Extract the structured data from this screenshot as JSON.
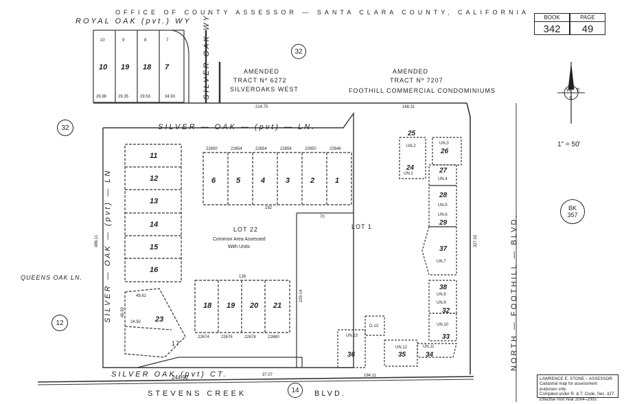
{
  "header": {
    "title": "OFFICE OF COUNTY ASSESSOR — SANTA CLARA COUNTY, CALIFORNIA"
  },
  "book": {
    "book_caption": "BOOK",
    "book_value": "342",
    "page_caption": "PAGE",
    "page_value": "49"
  },
  "scale": "1\" = 50'",
  "compass": {
    "n": "N",
    "e": "E",
    "s": "S",
    "w": "W"
  },
  "streets": {
    "royal_oak": "ROYAL OAK (pvt.) WY",
    "silver_oak_wy": "SILVER OAK WY.",
    "silver_oak_ln_top": "SILVER — OAK — (pvt) — LN.",
    "silver_oak_ln_side": "SILVER — OAK — (pvt) — LN",
    "queens_oak": "QUEENS OAK LN.",
    "silver_oak_ct": "SILVER OAK (pvt) CT.",
    "stevens_creek": "STEVENS CREEK",
    "stevens_blvd": "BLVD.",
    "north_foothill": "NORTH — FOOTHILL — BLVD."
  },
  "tracts": [
    {
      "line1": "AMENDED",
      "line2": "TRACT Nº 6272",
      "line3": "SILVEROAKS WEST"
    },
    {
      "line1": "AMENDED",
      "line2": "TRACT Nº 7207",
      "line3": "FOOTHILL COMMERCIAL CONDOMINIUMS"
    }
  ],
  "circles": [
    "32",
    "32",
    "12",
    "14"
  ],
  "bk_ref": {
    "line1": "BK",
    "line2": "357"
  },
  "lots": {
    "top_row": [
      "10",
      "9",
      "8",
      "7"
    ],
    "top_row_big": [
      "10",
      "19",
      "18",
      "7"
    ],
    "top_row_small": [
      "26.98",
      "29.35",
      "29.53",
      "34.93"
    ],
    "mid_row_nums": [
      "6",
      "5",
      "4",
      "3",
      "2",
      "1"
    ],
    "mid_row_ids": [
      "22650",
      "22654",
      "22654",
      "22658",
      "22650",
      "22646"
    ],
    "left_col_nums": [
      "11",
      "12",
      "13",
      "14",
      "15",
      "16"
    ],
    "bottom_row_nums": [
      "18",
      "19",
      "20",
      "21"
    ],
    "bottom_row_ids": [
      "22674",
      "22676",
      "22678",
      "22680"
    ],
    "lot23": "23",
    "lot17": "17",
    "lot22": "LOT 22",
    "lot22_note1": "Common Area Assessed",
    "lot22_note2": "With Units",
    "lot1": "LOT 1"
  },
  "units": {
    "right_col": [
      "UN.2",
      "UN.3",
      "UN.1",
      "UN.4",
      "UN.5",
      "UN.6",
      "UN.7",
      "UN.8",
      "UN.9",
      "UN.10",
      "UN.11",
      "UN.12",
      "UN.13"
    ],
    "right_nums": [
      "25",
      "26",
      "24",
      "27",
      "28",
      "29",
      "37",
      "38",
      "32",
      "33",
      "34",
      "35",
      "36"
    ],
    "d13": "D-13"
  },
  "dims": {
    "d214": "214.75",
    "d168": "168.31",
    "d192": "192",
    "d128": "128",
    "d244": "244.92",
    "d37": "37.07",
    "d194": "194.11",
    "d229": "229.14",
    "d488": "488.11",
    "d327": "327.02",
    "d70": "70",
    "d46": "46.90",
    "d24": "24.92",
    "d49": "49.81"
  },
  "credit": {
    "line1": "LAWRENCE E. STONE – ASSESSOR",
    "line2": "Cadastral map for assessment purposes only",
    "line3": "Compiled under R. & T. Code, Sec. 327.",
    "line4": "Effective Roll Year 2004–2005"
  }
}
